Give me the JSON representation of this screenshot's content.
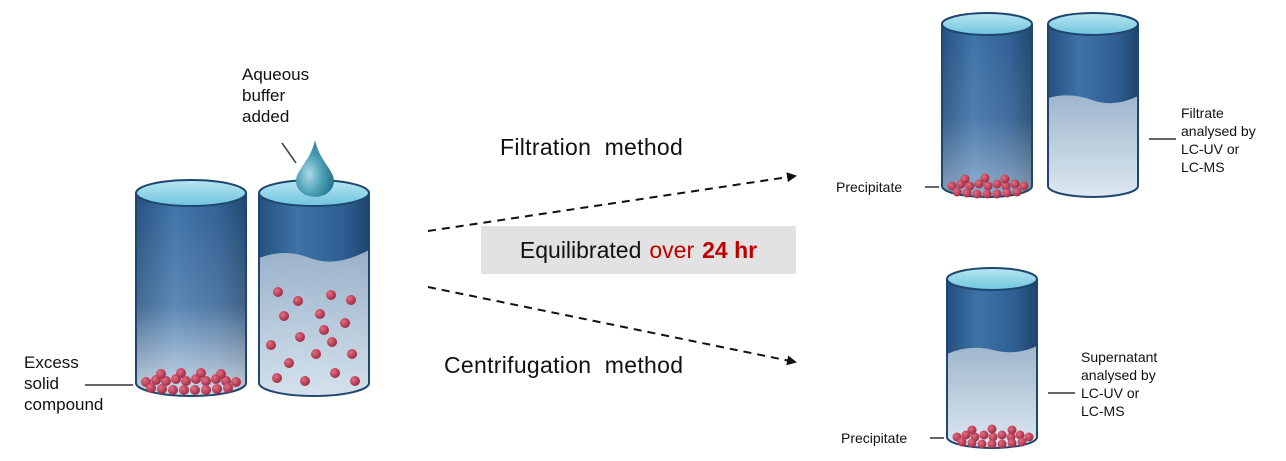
{
  "labels": {
    "aqueous": [
      "Aqueous",
      "buffer",
      "added"
    ],
    "excess": [
      "Excess",
      "solid",
      "compound"
    ],
    "filtration": "Filtration  method",
    "centrifugation": "Centrifugation  method",
    "equil_text": "Equilibrated",
    "equil_over": "over",
    "equil_time": "24 hr",
    "filtrate": [
      "Filtrate",
      "analysed by",
      "LC-UV or",
      "LC-MS"
    ],
    "supernatant": [
      "Supernatant",
      "analysed by",
      "LC-UV or",
      "LC-MS"
    ],
    "precipitate_top": "Precipitate",
    "precipitate_bottom": "Precipitate"
  },
  "colors": {
    "cylinder_blue": "#2f5f93",
    "cylinder_rim": "#8fd3e6",
    "liquid": "#c9d9e6",
    "particle": "#c0405a",
    "highlight_red": "#c00000",
    "box_gray": "#e2e2e2"
  }
}
